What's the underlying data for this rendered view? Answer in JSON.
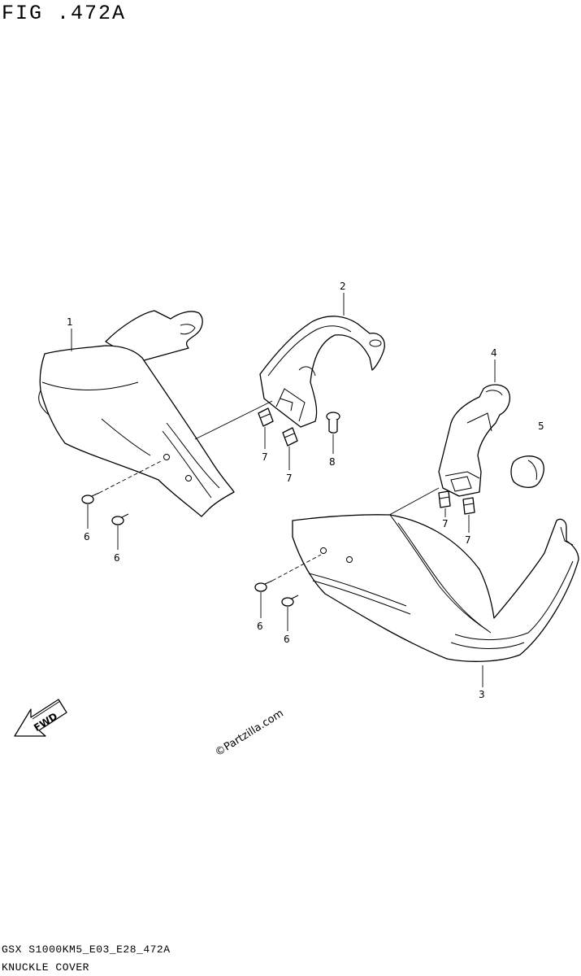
{
  "figure": {
    "title": "FIG .472A"
  },
  "footer": {
    "code": "GSX  S1000KM5_E03_E28_472A",
    "name": "KNUCKLE COVER"
  },
  "fwd_label": "FWD",
  "watermark": "©Partzilla.com",
  "callouts": {
    "c1": "1",
    "c2": "2",
    "c3": "3",
    "c4": "4",
    "c5": "5",
    "c6a": "6",
    "c6b": "6",
    "c6c": "6",
    "c6d": "6",
    "c7a": "7",
    "c7b": "7",
    "c7c": "7",
    "c7d": "7",
    "c8": "8"
  }
}
